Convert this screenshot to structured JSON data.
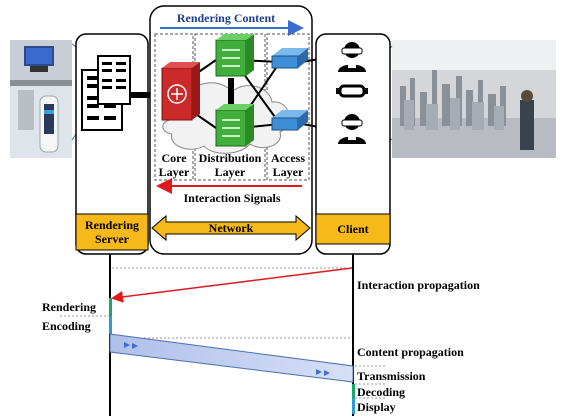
{
  "labels": {
    "rendering_content": "Rendering Content",
    "core_layer_1": "Core",
    "core_layer_2": "Layer",
    "distribution_layer_1": "Distribution",
    "distribution_layer_2": "Layer",
    "access_layer_1": "Access",
    "access_layer_2": "Layer",
    "interaction_signals": "Interaction Signals",
    "rendering_server_1": "Rendering",
    "rendering_server_2": "Server",
    "network": "Network",
    "client": "Client"
  },
  "timeline": {
    "interaction_propagation": "Interaction propagation",
    "rendering": "Rendering",
    "encoding": "Encoding",
    "content_propagation": "Content propagation",
    "transmission": "Transmission",
    "decoding": "Decoding",
    "display": "Display"
  },
  "colors": {
    "label_box": "#f7b81a",
    "core_router": "#cc2a2a",
    "distribution_switch": "#3fae3a",
    "access_switch": "#3f8fd8",
    "signal_arrow": "#e01a1a",
    "content_arrow": "#3a6fd0",
    "content_band": "#b8c8ee",
    "accent_green": "#1aa86a",
    "accent_blue": "#2a9ad8"
  },
  "icons": [
    "server-rack-icon",
    "core-router-icon",
    "distribution-switch-icon",
    "access-switch-icon",
    "vr-user-icon",
    "vr-headset-icon",
    "cloud-icon"
  ]
}
